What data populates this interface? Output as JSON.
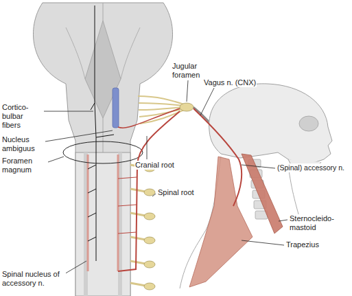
{
  "diagram": {
    "labels": [
      "Cortico- bulbar fibers",
      "Nucleus ambiguus",
      "Foramen magnum",
      "Spinal nucleus of accessory n.",
      "Jugular foramen",
      "Vagus n. (CNX)",
      "Cranial root",
      "Spinal root",
      "(Spinal) accessory n.",
      "Sternocleido- mastoid",
      "Trapezius"
    ]
  }
}
